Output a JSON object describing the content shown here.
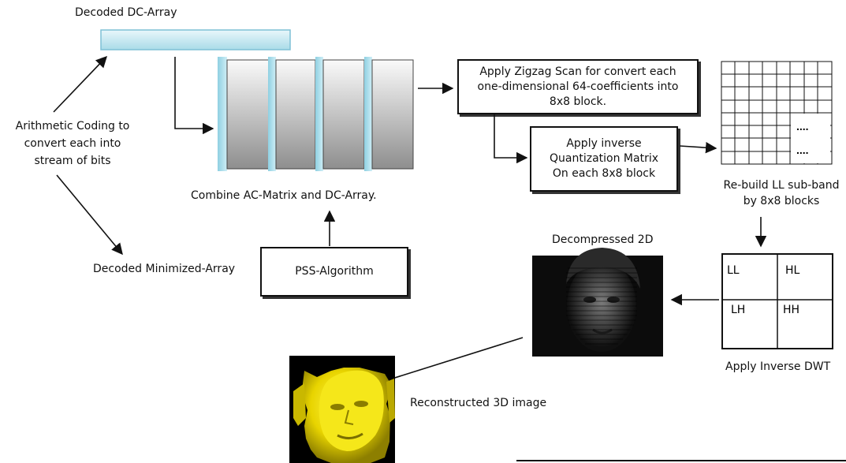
{
  "labels": {
    "decoded_dc": "Decoded DC-Array",
    "arith_1": "Arithmetic Coding to",
    "arith_2": "convert each into",
    "arith_3": "stream of bits",
    "decoded_min": "Decoded Minimized-Array",
    "combine": "Combine AC-Matrix and DC-Array.",
    "rebuild_1": "Re-build LL sub-band",
    "rebuild_2": "by 8x8 blocks",
    "decompressed": "Decompressed 2D",
    "apply_dwt": "Apply Inverse DWT",
    "reconstructed": "Reconstructed 3D image"
  },
  "boxes": {
    "zigzag_1": "Apply Zigzag Scan for convert each",
    "zigzag_2": "one-dimensional 64-coefficients into",
    "zigzag_3": "8x8 block.",
    "quant_1": "Apply inverse",
    "quant_2": "Quantization Matrix",
    "quant_3": "On each 8x8 block",
    "pss": "PSS-Algorithm"
  },
  "grid_dots": [
    "....",
    "...."
  ],
  "dwt": {
    "ll": "LL",
    "hl": "HL",
    "lh": "LH",
    "hh": "HH"
  }
}
